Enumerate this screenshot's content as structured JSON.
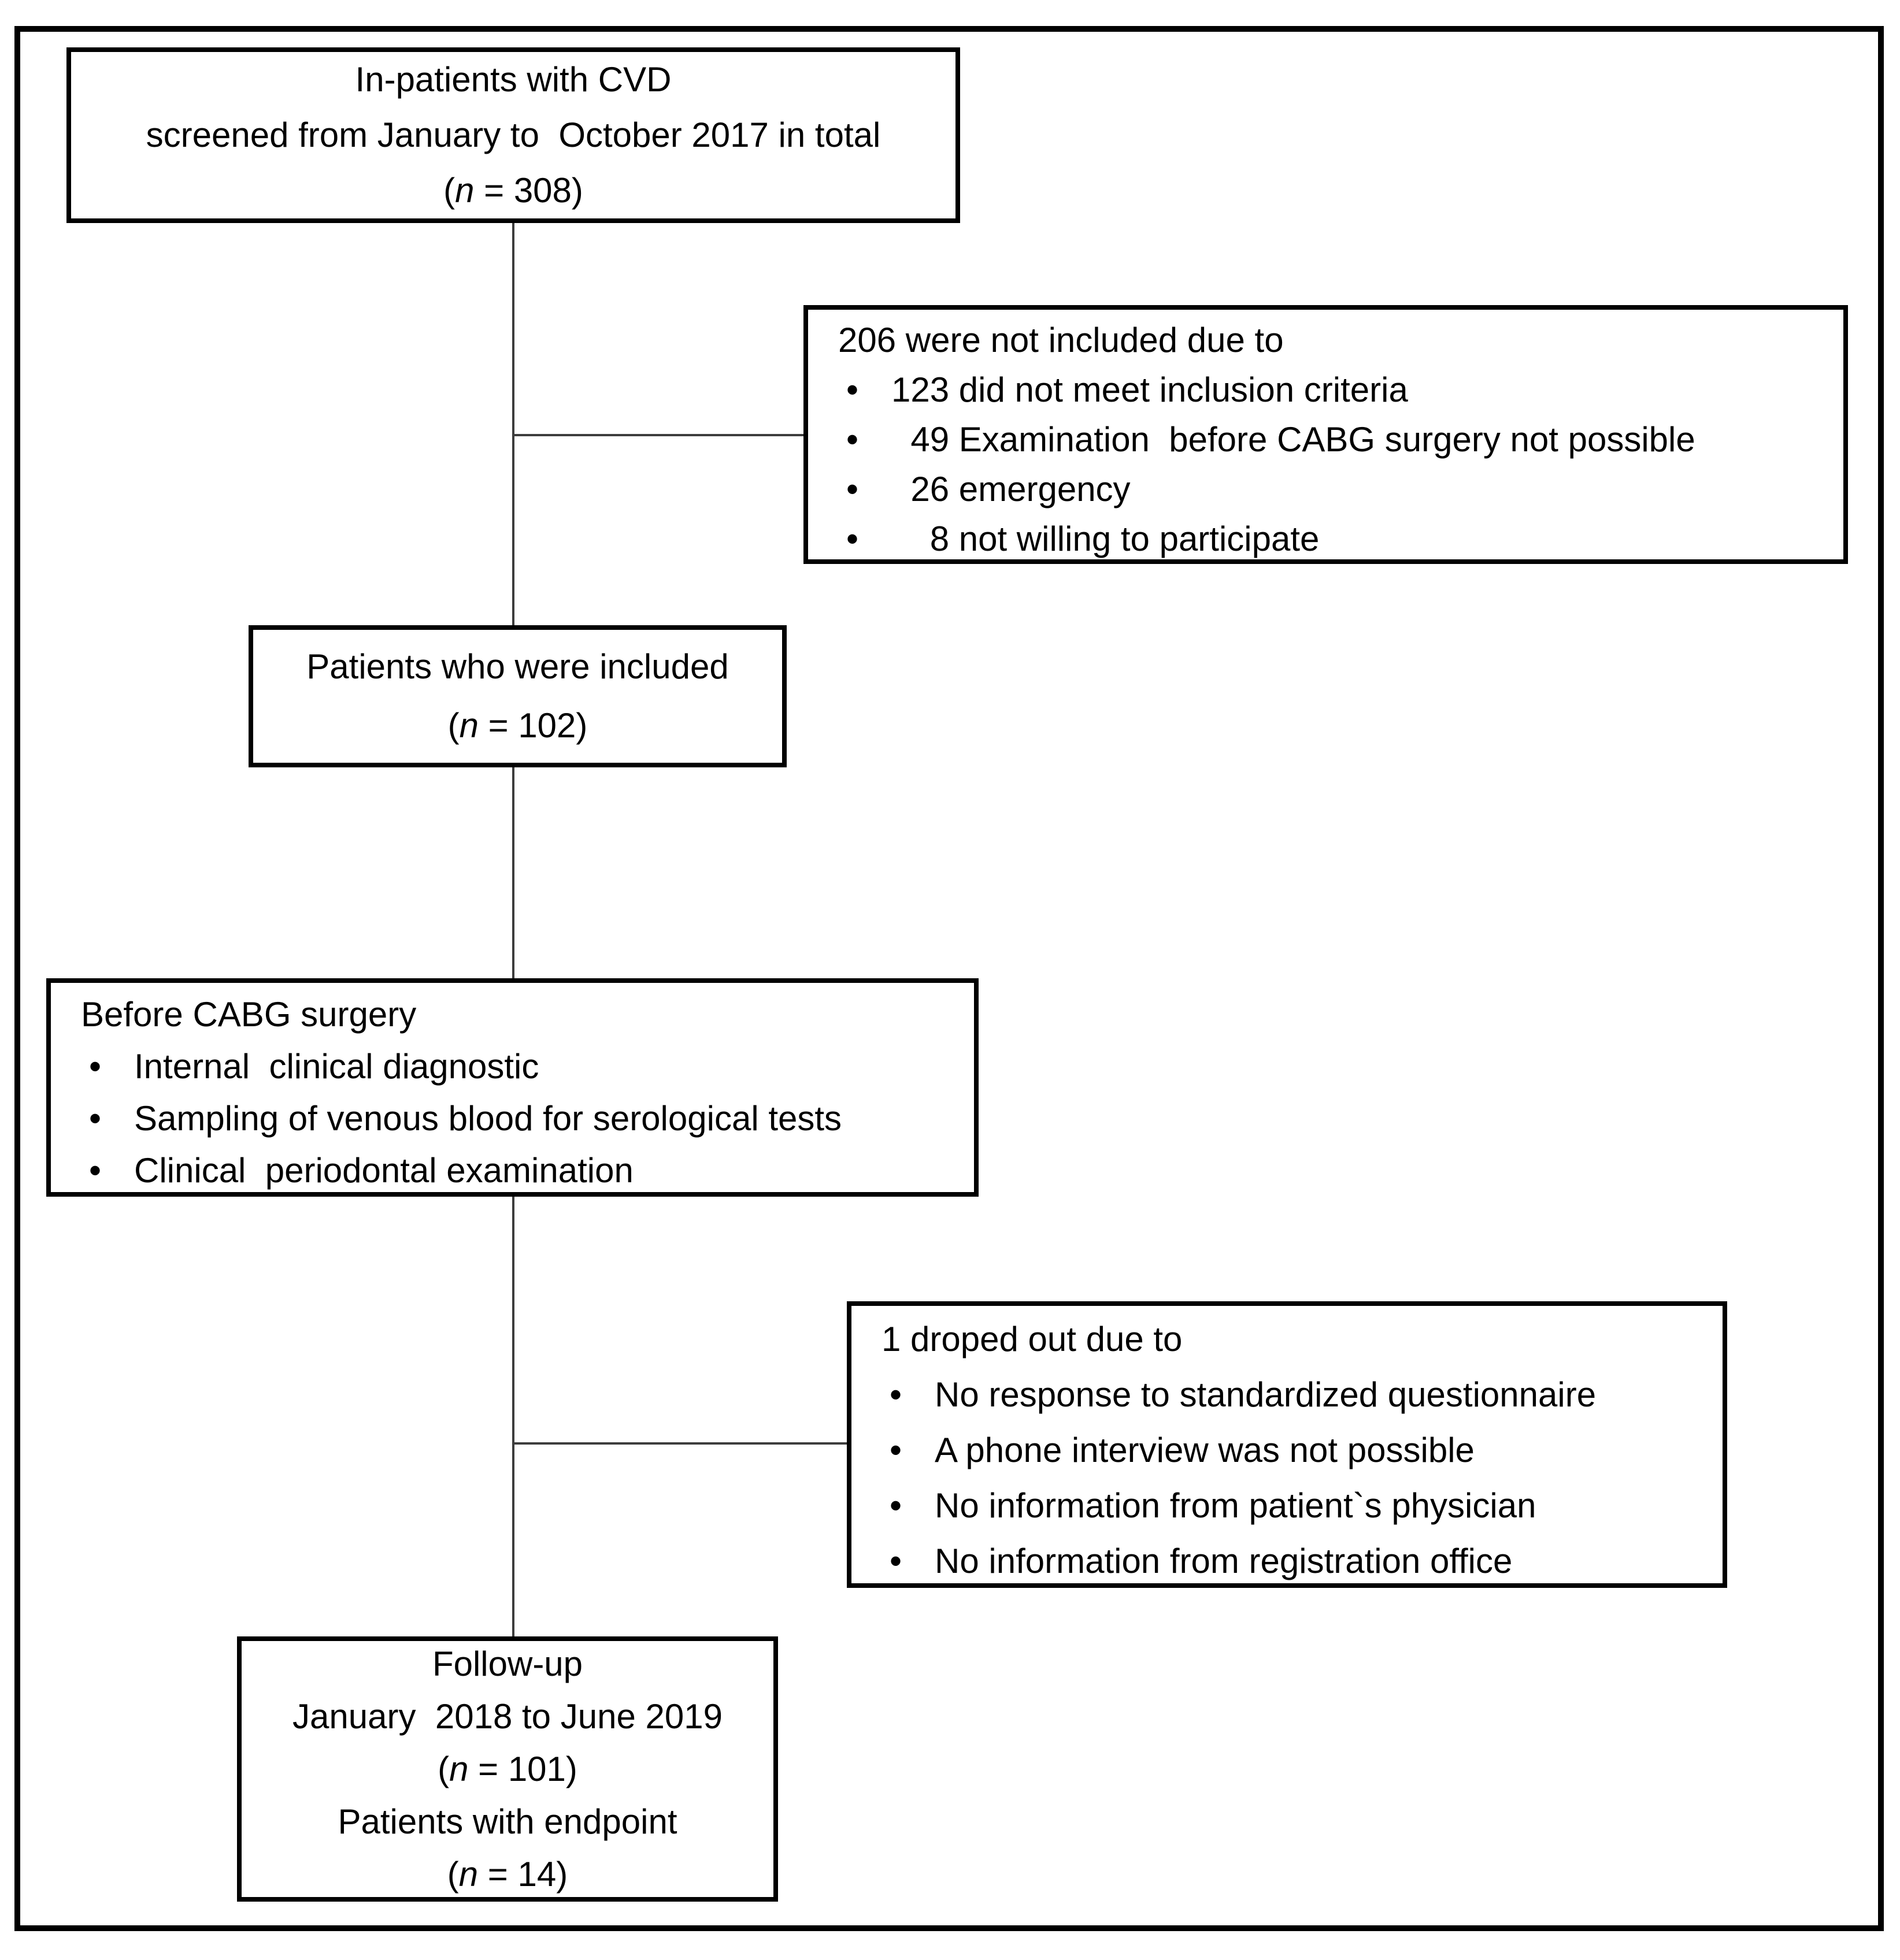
{
  "bullet_char": "•",
  "colors": {
    "background": "#ffffff",
    "border": "#000000",
    "text": "#000000",
    "connector": "#3d3d3d"
  },
  "boxes": {
    "screened": {
      "line1": "In-patients with CVD",
      "line2": "screened from January to  October 2017 in total",
      "n": {
        "pre": "(",
        "var": "n",
        "post": " = 308)"
      }
    },
    "excluded": {
      "title": "206 were not included due to",
      "bullets": [
        "123 did not meet inclusion criteria",
        "  49 Examination  before CABG surgery not possible",
        "  26 emergency",
        "    8 not willing to participate"
      ]
    },
    "included": {
      "line1": "Patients who were included",
      "n": {
        "pre": "(",
        "var": "n",
        "post": " = 102)"
      }
    },
    "before_surgery": {
      "title": "Before CABG surgery",
      "bullets": [
        "Internal  clinical diagnostic",
        "Sampling of venous blood for serological tests",
        "Clinical  periodontal examination"
      ]
    },
    "dropped_out": {
      "title": "1 droped out due to",
      "bullets": [
        "No response to standardized questionnaire",
        "A phone interview was not possible",
        "No information from patient`s physician",
        "No information from registration office"
      ]
    },
    "follow_up": {
      "line1": "Follow-up",
      "line2": "January  2018 to June 2019",
      "n1": {
        "pre": "(",
        "var": "n",
        "post": " = 101)"
      },
      "line3": "Patients with endpoint",
      "n2": {
        "pre": "(",
        "var": "n",
        "post": " = 14)"
      }
    }
  }
}
